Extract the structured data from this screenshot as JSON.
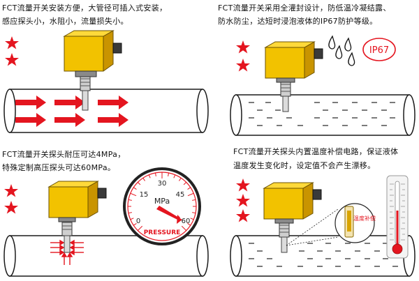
{
  "panels": [
    {
      "id": "installation",
      "lines": [
        "FCT流量开关安装方便，大管径可插入式安装，",
        "感应探头小，水阻小，流量损失小。"
      ],
      "stars": 2
    },
    {
      "id": "sealing",
      "lines": [
        "FCT流量开关采用全灌封设计，防低温冷凝结露、",
        "防水防尘，达短时浸泡液体的IP67防护等级。"
      ],
      "badge": "IP67",
      "stars": 2
    },
    {
      "id": "pressure",
      "lines": [
        "FCT流量开关探头耐压可达4MPa，",
        "特殊定制高压探头可达60MPa。"
      ],
      "stars": 2,
      "gauge": {
        "unit": "MPa",
        "label": "PRESSURE",
        "ticks": [
          "0",
          "15",
          "30",
          "45",
          "60"
        ]
      }
    },
    {
      "id": "temperature",
      "lines": [
        "FCT流量开关探头内置温度补偿电路，保证液体",
        "温度发生变化时，设定值不会产生漂移。"
      ],
      "stars": 3,
      "callout": "温度补偿"
    }
  ],
  "colors": {
    "star": "#e4151f",
    "arrow": "#e4151f",
    "housing": "#f2c200",
    "housing_dark": "#c99400",
    "pipe_outline": "#1a1a1a"
  }
}
